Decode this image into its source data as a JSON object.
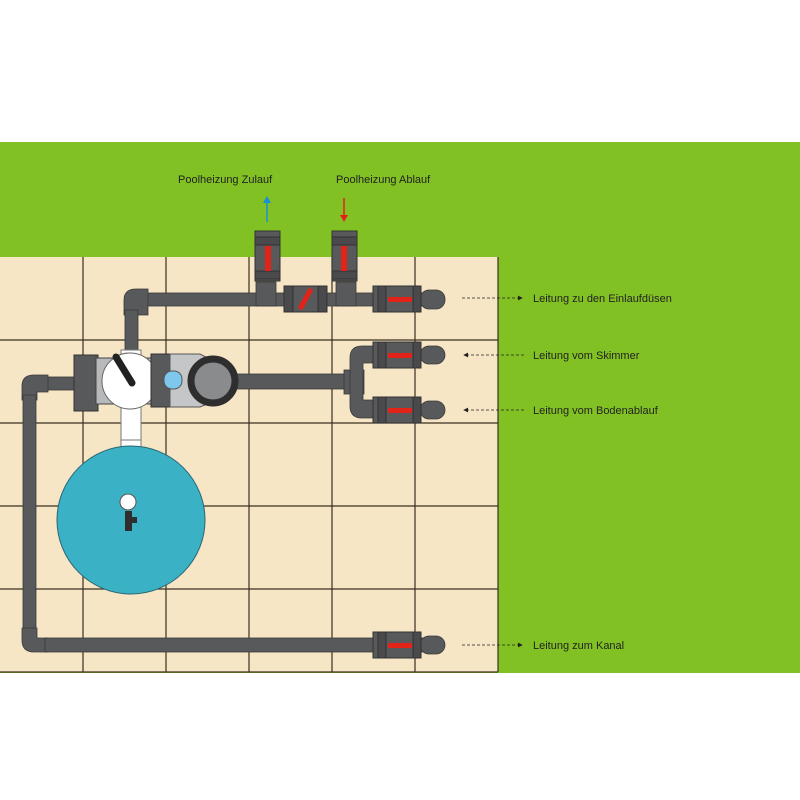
{
  "labels": {
    "heater_inlet": "Poolheizung Zulauf",
    "heater_outlet": "Poolheizung Ablauf",
    "inlet_nozzles": "Leitung zu den Einlaufdüsen",
    "skimmer": "Leitung vom Skimmer",
    "floor_drain": "Leitung vom Bodenablauf",
    "sewer": "Leitung zum Kanal"
  },
  "colors": {
    "lawn": "#82c124",
    "tiles": "#f6e6c6",
    "grid": "#3a3020",
    "pipe": "#58595b",
    "valve_indicator": "#e2231a",
    "filter": "#3ab1c5",
    "inflow_arrow": "#1b8fd8",
    "outflow_arrow": "#e2231a"
  }
}
